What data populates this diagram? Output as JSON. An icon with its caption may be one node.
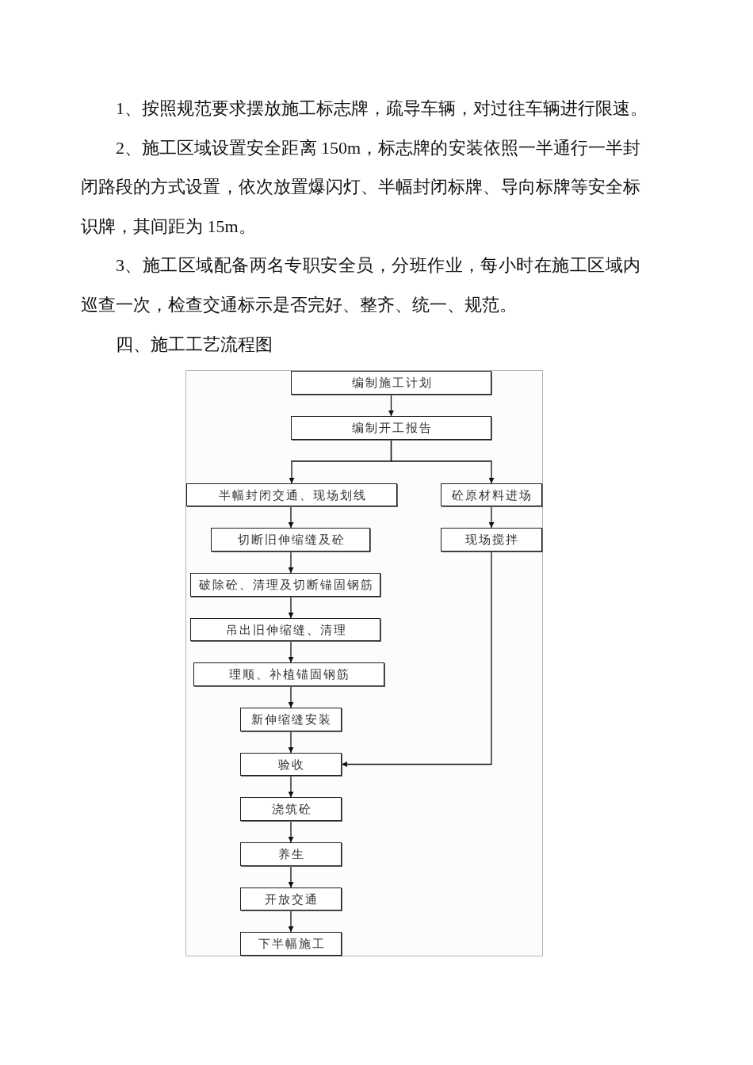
{
  "diagram": {
    "title": "四、施工工艺流程图",
    "nodes": [
      {
        "text": [
          "编制施工计划"
        ]
      },
      {
        "text": [
          "编制开工报告"
        ]
      },
      {
        "text": [
          "半幅封闭交通、现场划线"
        ]
      },
      {
        "text": [
          "砼原材料进场"
        ]
      },
      {
        "text": [
          "切断旧伸缩缝及砼"
        ]
      },
      {
        "text": [
          "现场搅拌"
        ]
      },
      {
        "text": [
          "破除砼、清理及切断锚固钢筋"
        ]
      },
      {
        "text": [
          "吊出旧伸缩缝、清理"
        ]
      },
      {
        "text": [
          "理顺、补植锚固钢筋"
        ]
      },
      {
        "text": [
          "新伸缩缝安装"
        ]
      },
      {
        "text": [
          "验收"
        ]
      },
      {
        "text": [
          "浇筑砼"
        ]
      },
      {
        "text": [
          "养生"
        ]
      },
      {
        "text": [
          "开放交通"
        ]
      },
      {
        "text": [
          "下半幅施工"
        ]
      }
    ],
    "edges": [
      {
        "from": 0,
        "to": 1,
        "arrow": "to"
      },
      {
        "from": 1,
        "to": 2,
        "arrow": "to"
      },
      {
        "from": 1,
        "to": 3,
        "arrow": "to"
      },
      {
        "from": 2,
        "to": 4,
        "arrow": "to"
      },
      {
        "from": 3,
        "to": 5,
        "arrow": "to"
      },
      {
        "from": 4,
        "to": 6,
        "arrow": "to"
      },
      {
        "from": 6,
        "to": 7,
        "arrow": "to"
      },
      {
        "from": 7,
        "to": 8,
        "arrow": "to"
      },
      {
        "from": 8,
        "to": 9,
        "arrow": "to"
      },
      {
        "from": 9,
        "to": 10,
        "arrow": "to"
      },
      {
        "from": 5,
        "to": 10,
        "arrow": "to"
      },
      {
        "from": 10,
        "to": 11,
        "arrow": "to"
      },
      {
        "from": 11,
        "to": 12,
        "arrow": "to"
      },
      {
        "from": 12,
        "to": 13,
        "arrow": "to"
      },
      {
        "from": 13,
        "to": 14,
        "arrow": "to"
      }
    ],
    "labels": [
      "1、按照规范要求摆放施工标志牌，疏导车辆，对过往车辆进行限速。",
      "2、施工区域设置安全距离 150m，标志牌的安装依照一半通行一半封闭路段的方式设置，依次放置爆闪灯、半幅封闭标牌、导向标牌等安全标识牌，其间距为 15m。",
      "3、施工区域配备两名专职安全员，分班作业，每小时在施工区域内巡查一次，检查交通标示是否完好、整齐、统一、规范。"
    ]
  }
}
